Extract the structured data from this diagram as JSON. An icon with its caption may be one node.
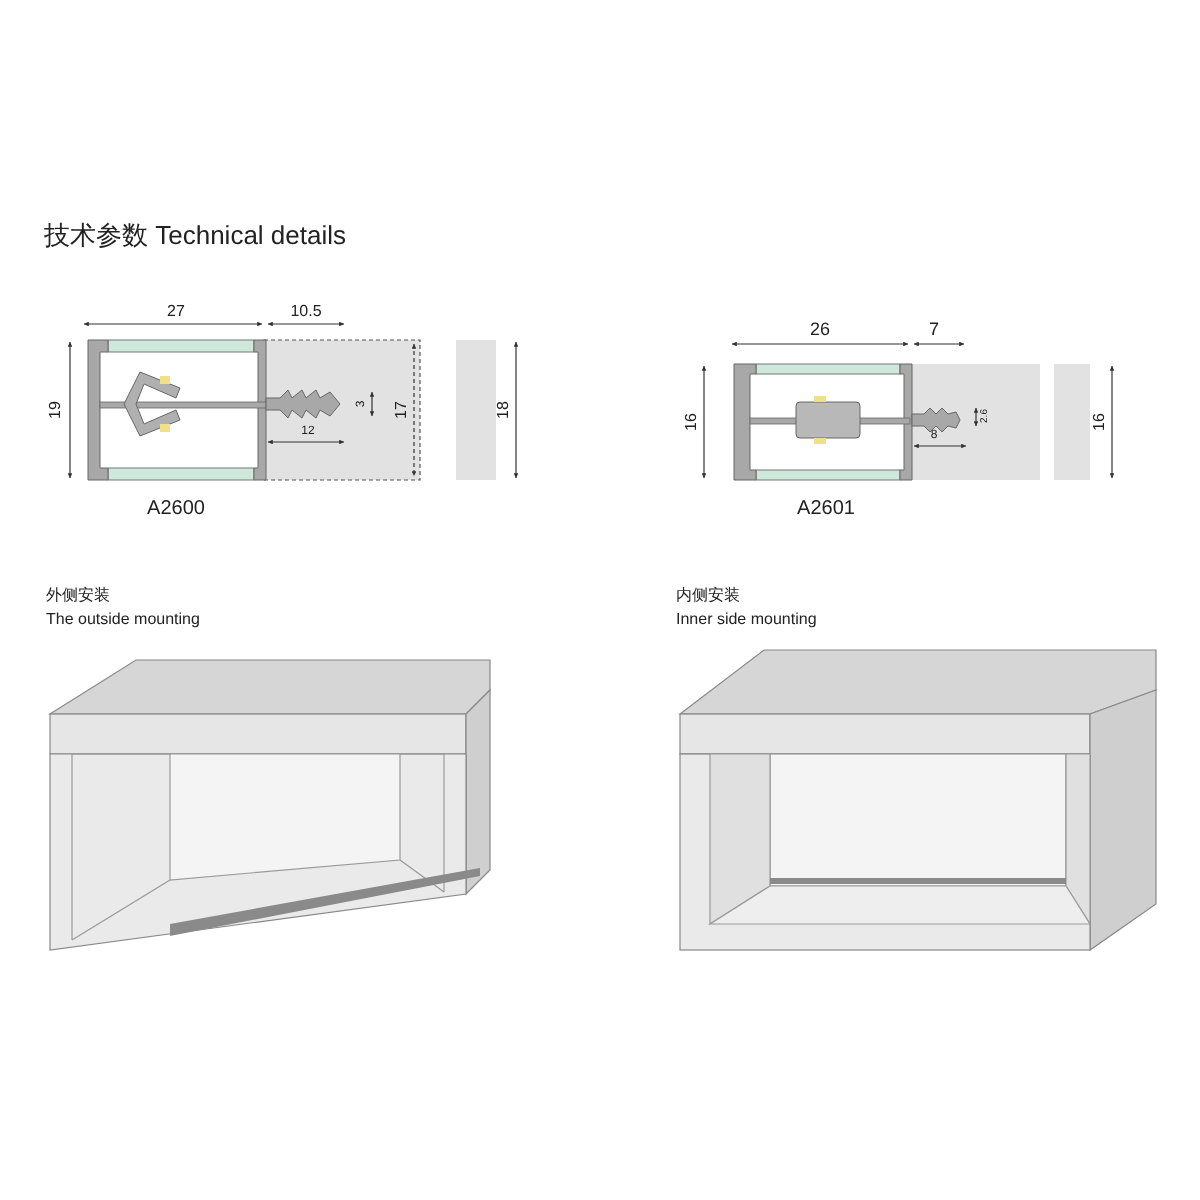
{
  "diagram": {
    "title": "技术参数 Technical details",
    "labels": [
      "27",
      "10.5",
      "19",
      "3",
      "12",
      "17",
      "18",
      "A2600",
      "26",
      "7",
      "16",
      "2.6",
      "8",
      "16",
      "A2601",
      "外侧安装",
      "The outside mounting",
      "内侧安装",
      "Inner side mounting"
    ]
  }
}
